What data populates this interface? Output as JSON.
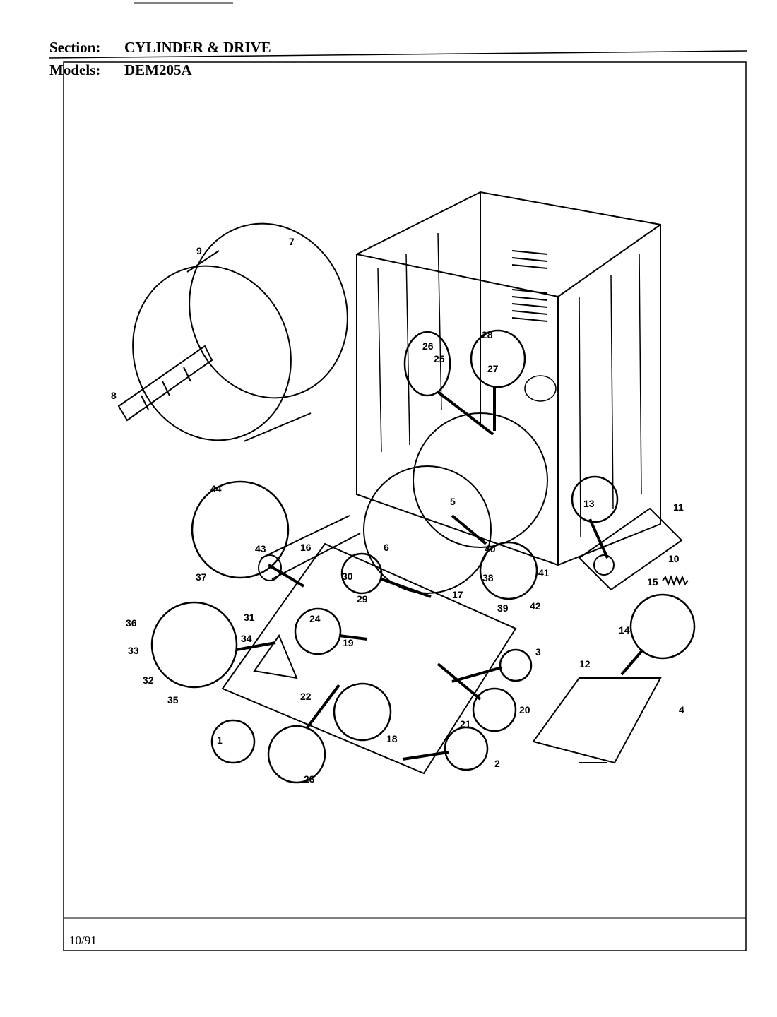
{
  "header": {
    "section_label": "Section:",
    "section_value": "CYLINDER & DRIVE",
    "models_label": "Models:",
    "models_value": "DEM205A"
  },
  "footer": {
    "date": "10/91"
  },
  "callouts": [
    "1",
    "2",
    "3",
    "4",
    "5",
    "6",
    "7",
    "8",
    "9",
    "10",
    "11",
    "12",
    "13",
    "14",
    "15",
    "16",
    "17",
    "18",
    "19",
    "20",
    "21",
    "22",
    "23",
    "24",
    "25",
    "26",
    "27",
    "28",
    "29",
    "30",
    "31",
    "32",
    "33",
    "34",
    "35",
    "36",
    "37",
    "38",
    "39",
    "40",
    "41",
    "42",
    "43",
    "44"
  ]
}
